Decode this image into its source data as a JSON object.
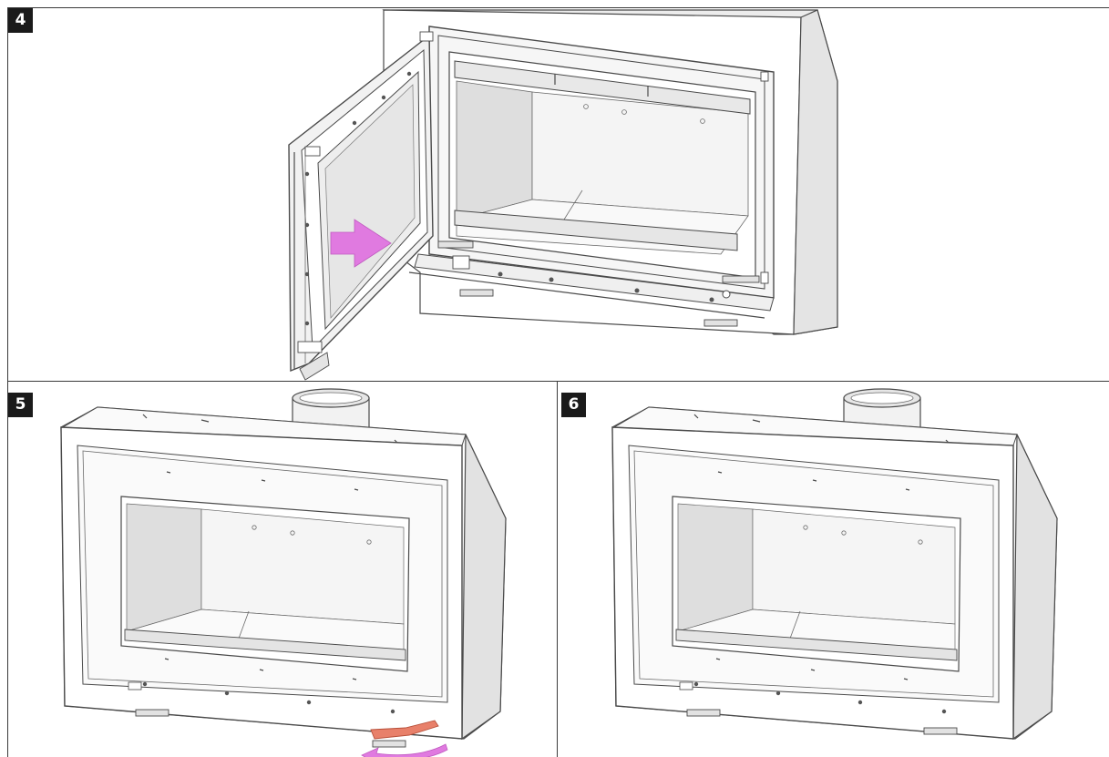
{
  "steps": [
    {
      "number": "4"
    },
    {
      "number": "5"
    },
    {
      "number": "6"
    }
  ],
  "colors": {
    "arrow_magenta": "#e07ae0",
    "lever_red": "#e8806a",
    "frame_line": "#4a4a4a",
    "shade": "#dcdcdc"
  }
}
